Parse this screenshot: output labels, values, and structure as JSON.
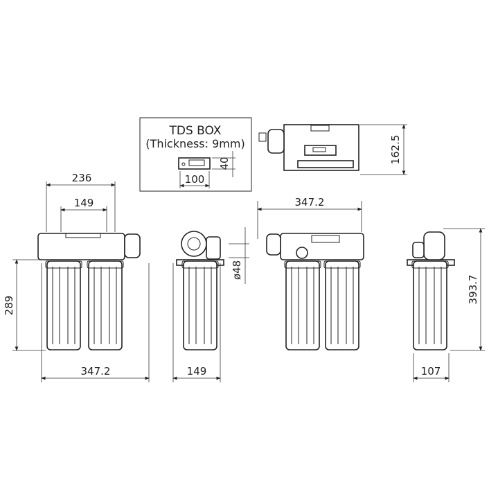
{
  "tds_box": {
    "title": "TDS BOX",
    "subtitle": "(Thickness: 9mm)",
    "width_label": "100",
    "height_label": "40"
  },
  "top_view": {
    "depth_label": "162.5"
  },
  "front_view": {
    "top_width_label": "236",
    "inner_width_label": "149",
    "height_label": "289",
    "width_label": "347.2"
  },
  "side_view": {
    "diameter_label": "ø48",
    "width_label": "149"
  },
  "back_view": {
    "width_label": "347.2"
  },
  "right_view": {
    "height_label": "393.7",
    "width_label": "107"
  },
  "line_color": "#222222"
}
